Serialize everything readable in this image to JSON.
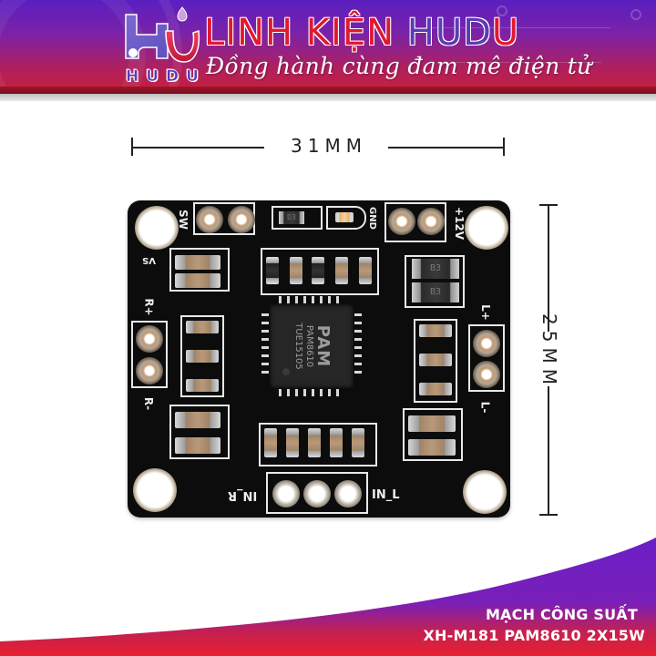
{
  "header": {
    "logo_letters": "HU",
    "logo_subtext": "HUDU",
    "brand_part1": "LINH KIỆN",
    "brand_part2": "HUD",
    "brand_part3": "U",
    "slogan": "Đồng hành cùng đam mê điện tử",
    "colors": {
      "gradient_top": "#5a1fc0",
      "gradient_bottom": "#c8203a",
      "brand_red": "#e01830",
      "brand_purple": "#5a3bb6"
    }
  },
  "dimensions": {
    "width_label": "31MM",
    "height_label": "25MM"
  },
  "board": {
    "chip_brand": "PAM",
    "chip_model": "PAM8610",
    "chip_lot": "TUE15105",
    "labels": {
      "sw": "SW",
      "vs": "VS",
      "gnd": "GND",
      "plus12v": "+12V",
      "r_plus": "R+",
      "r_minus": "R-",
      "l_plus": "L+",
      "l_minus": "L-",
      "in_r": "IN_R",
      "in_l": "IN_L",
      "d1": "D3",
      "b1": "B3",
      "b2": "B3"
    }
  },
  "footer": {
    "title": "MẠCH CÔNG SUẤT",
    "subtitle": "XH-M181 PAM8610 2X15W",
    "colors": {
      "purple": "#6a1fc8",
      "red": "#e8202e"
    }
  }
}
